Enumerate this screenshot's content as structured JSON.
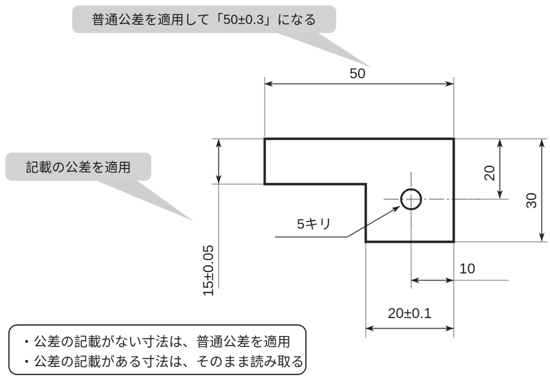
{
  "figure": {
    "kind": "engineering-drawing",
    "background_color": "#ffffff",
    "line_color": "#231f20",
    "bubble_fill": "#d2d2d2"
  },
  "callouts": [
    {
      "id": "top",
      "text": "普通公差を適用して「50±0.3」になる"
    },
    {
      "id": "left",
      "text": "記載の公差を適用"
    }
  ],
  "drawing": {
    "dimensions": {
      "width_top": "50",
      "height_left": "15±0.05",
      "height_inner_right": "20",
      "height_outer_right": "30",
      "hole_offset_right": "10",
      "hole_offset_bottom": "20±0.1"
    },
    "hole_note": "5キリ"
  },
  "note_box": {
    "lines": [
      "・公差の記載がない寸法は、普通公差を適用",
      "・公差の記載がある寸法は、そのまま読み取る"
    ]
  }
}
